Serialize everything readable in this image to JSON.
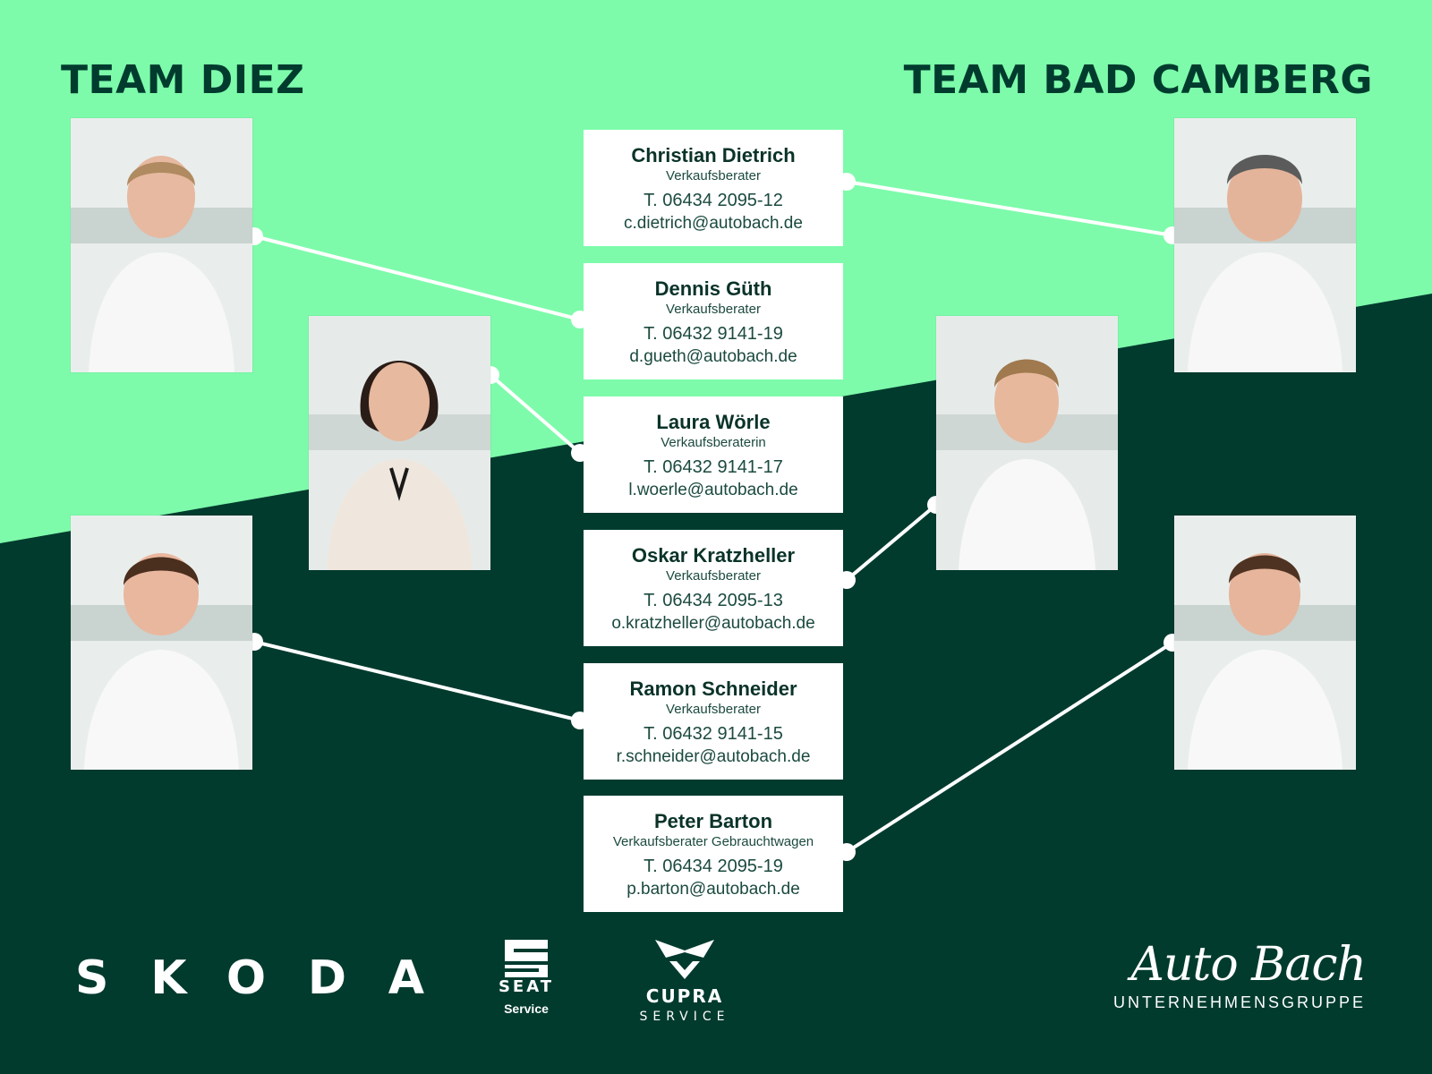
{
  "teams": {
    "left_title": "TEAM DIEZ",
    "right_title": "TEAM BAD CAMBERG"
  },
  "contacts": [
    {
      "name": "Christian Dietrich",
      "role": "Verkaufsberater",
      "phone": "T. 06434 2095-12",
      "email": "c.dietrich@autobach.de"
    },
    {
      "name": "Dennis Güth",
      "role": "Verkaufsberater",
      "phone": "T. 06432 9141-19",
      "email": "d.gueth@autobach.de"
    },
    {
      "name": "Laura Wörle",
      "role": "Verkaufsberaterin",
      "phone": "T. 06432 9141-17",
      "email": "l.woerle@autobach.de"
    },
    {
      "name": "Oskar Kratzheller",
      "role": "Verkaufsberater",
      "phone": "T. 06434 2095-13",
      "email": "o.kratzheller@autobach.de"
    },
    {
      "name": "Ramon Schneider",
      "role": "Verkaufsberater",
      "phone": "T. 06432 9141-15",
      "email": "r.schneider@autobach.de"
    },
    {
      "name": "Peter Barton",
      "role": "Verkaufsberater Gebrauchtwagen",
      "phone": "T. 06434 2095-19",
      "email": "p.barton@autobach.de"
    }
  ],
  "logos": {
    "skoda": "SKODA",
    "seat": "SEAT",
    "seat_sub": "Service",
    "cupra": "CUPRA",
    "cupra_sub": "SERVICE",
    "autobach": "Auto Bach",
    "autobach_sub": "UNTERNEHMENSGRUPPE"
  },
  "colors": {
    "mint": "#7dfbaa",
    "dark_green": "#003b2e",
    "card_bg": "#ffffff",
    "line": "#ffffff"
  }
}
